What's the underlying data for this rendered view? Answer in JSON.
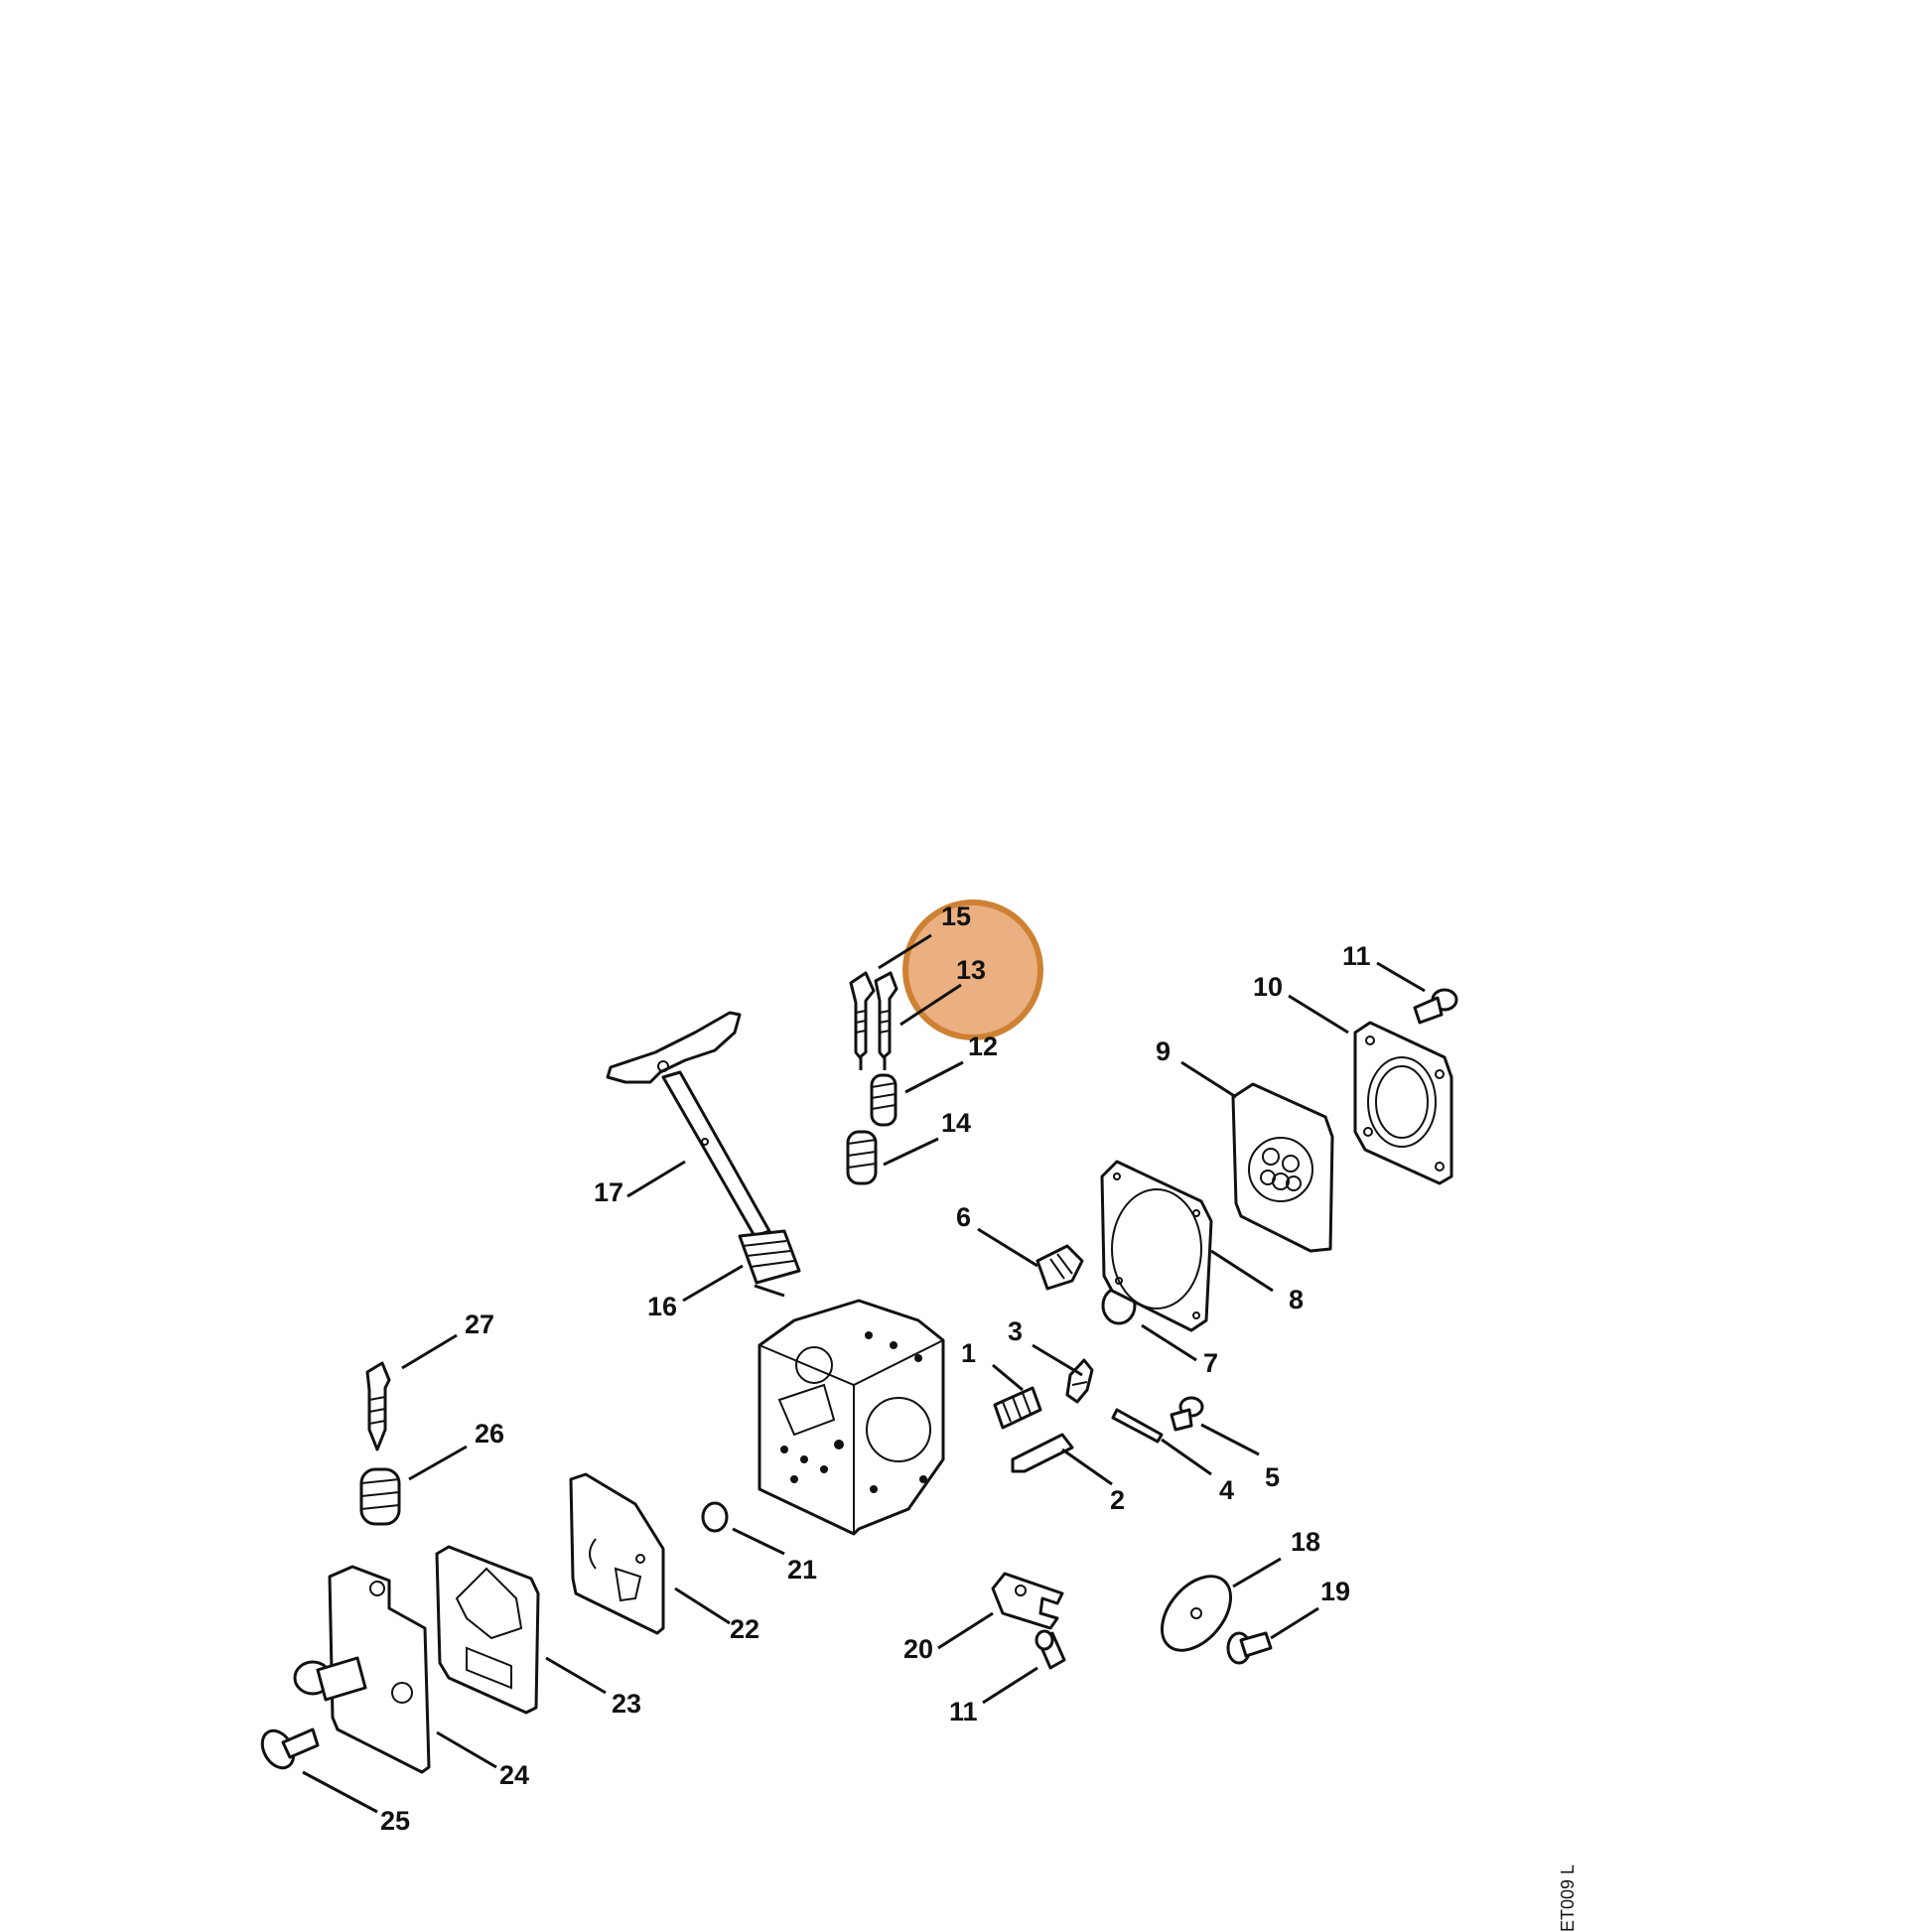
{
  "diagram": {
    "drawing_code": "ET009 L",
    "highlight": {
      "target": "13",
      "color": "#E8A874",
      "ring_color": "#C9741E"
    },
    "callouts": [
      {
        "id": "c1",
        "label": "1"
      },
      {
        "id": "c2",
        "label": "2"
      },
      {
        "id": "c3",
        "label": "3"
      },
      {
        "id": "c4",
        "label": "4"
      },
      {
        "id": "c5",
        "label": "5"
      },
      {
        "id": "c6",
        "label": "6"
      },
      {
        "id": "c7",
        "label": "7"
      },
      {
        "id": "c8",
        "label": "8"
      },
      {
        "id": "c9",
        "label": "9"
      },
      {
        "id": "c10",
        "label": "10"
      },
      {
        "id": "c11a",
        "label": "11"
      },
      {
        "id": "c11b",
        "label": "11"
      },
      {
        "id": "c12",
        "label": "12"
      },
      {
        "id": "c13",
        "label": "13"
      },
      {
        "id": "c14",
        "label": "14"
      },
      {
        "id": "c15",
        "label": "15"
      },
      {
        "id": "c16",
        "label": "16"
      },
      {
        "id": "c17",
        "label": "17"
      },
      {
        "id": "c18",
        "label": "18"
      },
      {
        "id": "c19",
        "label": "19"
      },
      {
        "id": "c20",
        "label": "20"
      },
      {
        "id": "c21",
        "label": "21"
      },
      {
        "id": "c22",
        "label": "22"
      },
      {
        "id": "c23",
        "label": "23"
      },
      {
        "id": "c24",
        "label": "24"
      },
      {
        "id": "c25",
        "label": "25"
      },
      {
        "id": "c26",
        "label": "26"
      },
      {
        "id": "c27",
        "label": "27"
      }
    ]
  }
}
